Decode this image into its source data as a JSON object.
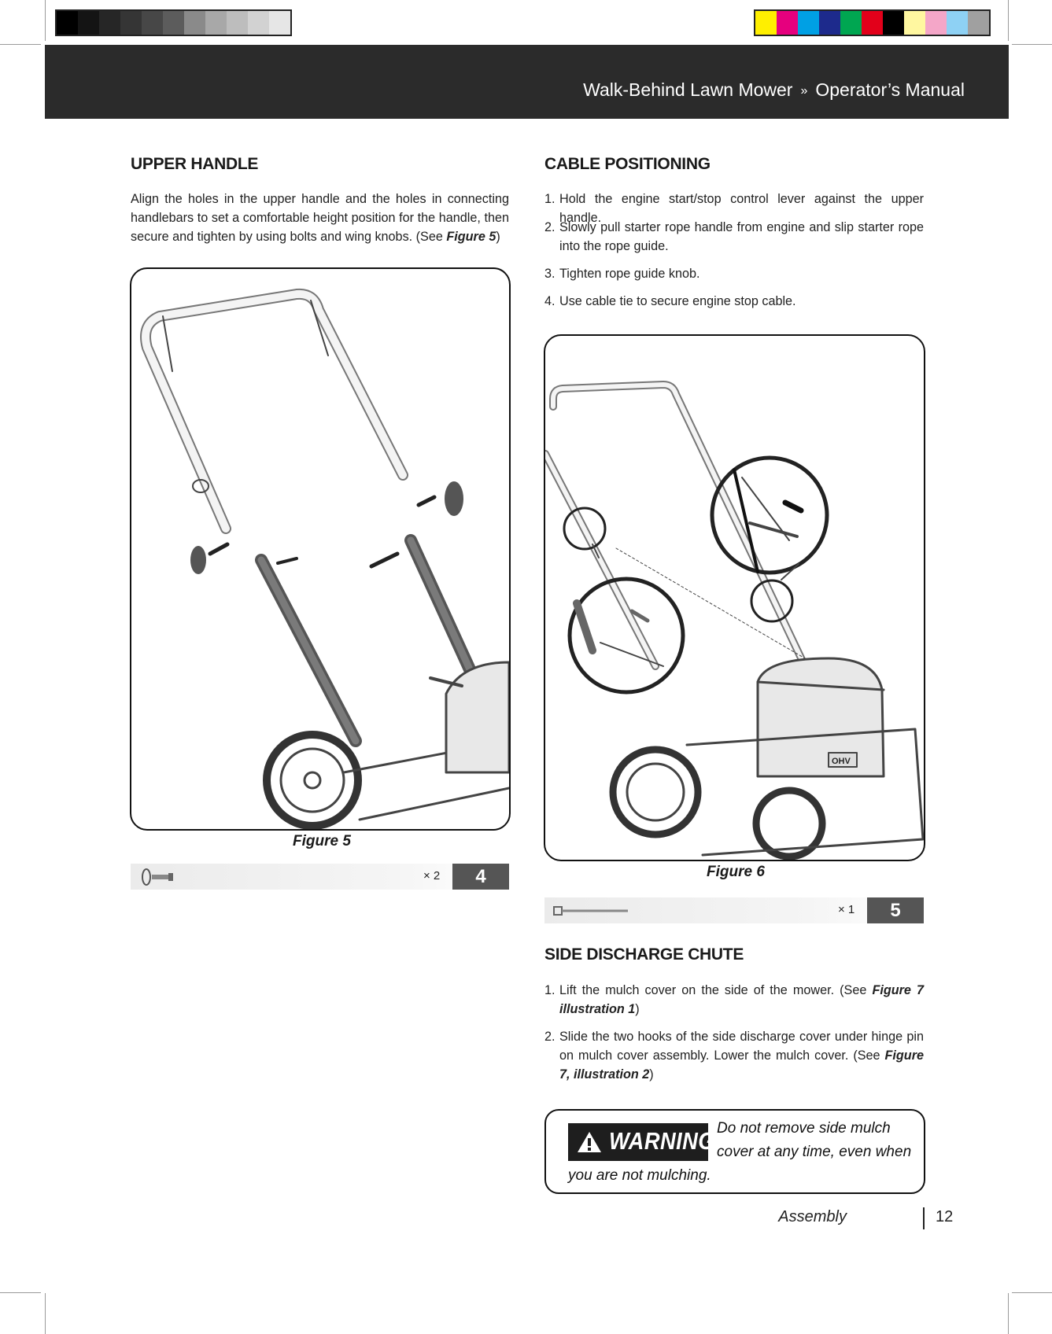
{
  "header": {
    "product": "Walk-Behind Lawn Mower",
    "separator": "»",
    "manual": "Operator’s Manual"
  },
  "registration": {
    "grays": [
      "#000000",
      "#141414",
      "#262626",
      "#353535",
      "#474747",
      "#5c5c5c",
      "#8a8a8a",
      "#a8a8a8",
      "#bdbdbd",
      "#d2d2d2",
      "#e6e6e6"
    ],
    "colors": [
      "#ffef00",
      "#e6007e",
      "#00a0e4",
      "#1d2a8c",
      "#00a651",
      "#e2001a",
      "#000000",
      "#fff7a0",
      "#f4a6c8",
      "#8ed1f4",
      "#a0a0a0"
    ]
  },
  "upper_handle": {
    "heading": "UPPER HANDLE",
    "text_pre": "Align the holes in the upper handle and the holes in connecting handlebars to set a comfortable height position for the handle, then secure and tighten by using bolts and wing knobs. (See ",
    "text_ref": "Figure 5",
    "text_post": ")",
    "figure_caption": "Figure 5",
    "parts": {
      "qty": "× 2",
      "step": "4",
      "icon": "bolt-and-wing-knob-icon"
    }
  },
  "cable_positioning": {
    "heading": "CABLE POSITIONING",
    "steps": [
      {
        "num": "1.",
        "text": "Hold the engine start/stop control lever against the upper handle."
      },
      {
        "num": "2.",
        "text": "Slowly pull starter rope handle from engine and slip starter rope into the rope guide."
      },
      {
        "num": "3.",
        "text": "Tighten rope guide knob."
      },
      {
        "num": "4.",
        "text": "Use cable tie to secure engine stop cable."
      }
    ],
    "figure_caption": "Figure 6",
    "figure_label": "OHV",
    "parts": {
      "qty": "× 1",
      "step": "5",
      "icon": "cable-tie-icon"
    }
  },
  "side_discharge": {
    "heading": "SIDE DISCHARGE CHUTE",
    "step1": {
      "num": "1.",
      "text": "Lift the mulch cover on the side of the mower. (See ",
      "ref": "Figure 7 illustration 1",
      "post": ")"
    },
    "step2": {
      "num": "2.",
      "text": "Slide the two hooks of the side discharge cover under hinge pin on mulch cover assembly. Lower the mulch cover. (See ",
      "ref": "Figure 7, illustration 2",
      "post": ")"
    }
  },
  "warning": {
    "label": "WARNING",
    "line1": "Do not remove side mulch",
    "line2": "cover at any time, even when",
    "line3": "you are not mulching."
  },
  "footer": {
    "section": "Assembly",
    "page": "12"
  }
}
